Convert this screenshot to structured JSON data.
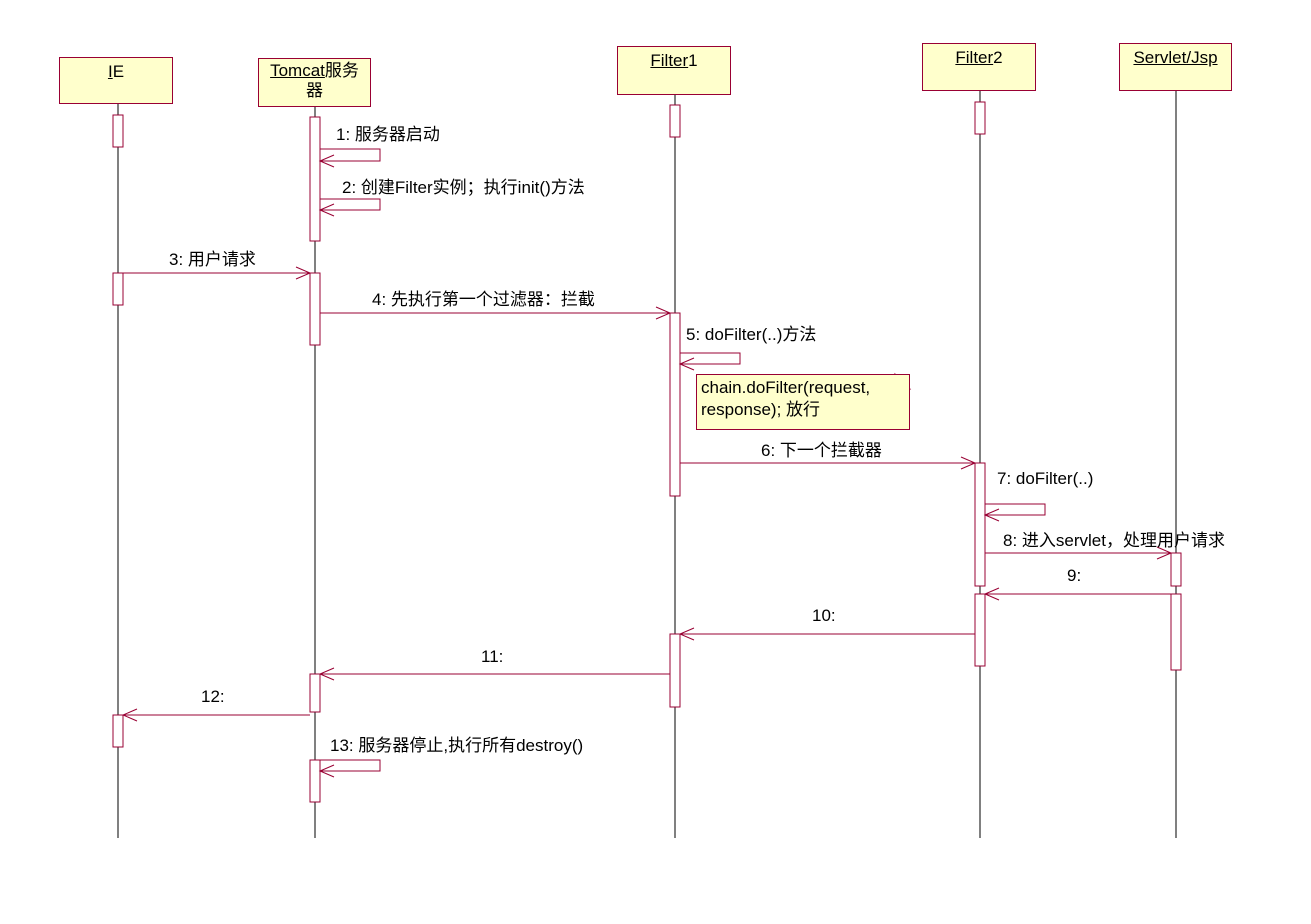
{
  "colors": {
    "line": "#990033",
    "box_fill": "#ffffcc",
    "text": "#000000"
  },
  "lifelines": [
    {
      "id": "ie",
      "name_underlined": "I",
      "name_rest": "E",
      "name_line2": ""
    },
    {
      "id": "tomcat",
      "name_underlined": "Tomcat",
      "name_rest": "服务",
      "name_line2": "器"
    },
    {
      "id": "filter1",
      "name_underlined": "Filter",
      "name_rest": "1",
      "name_line2": ""
    },
    {
      "id": "filter2",
      "name_underlined": "Filter",
      "name_rest": "2",
      "name_line2": ""
    },
    {
      "id": "servlet",
      "name_underlined": "Servlet/Jsp",
      "name_rest": "",
      "name_line2": ""
    }
  ],
  "messages": [
    {
      "label": "1: 服务器启动",
      "from": "tomcat",
      "to": "tomcat",
      "self": true
    },
    {
      "label": "2: 创建Filter实例；执行init()方法",
      "from": "tomcat",
      "to": "tomcat",
      "self": true
    },
    {
      "label": "3: 用户请求",
      "from": "ie",
      "to": "tomcat",
      "self": false
    },
    {
      "label": "4: 先执行第一个过滤器：拦截",
      "from": "tomcat",
      "to": "filter1",
      "self": false
    },
    {
      "label": "5: doFilter(..)方法",
      "from": "filter1",
      "to": "filter1",
      "self": true
    },
    {
      "label": "6: 下一个拦截器",
      "from": "filter1",
      "to": "filter2",
      "self": false
    },
    {
      "label": "7: doFilter(..)",
      "from": "filter2",
      "to": "filter2",
      "self": true
    },
    {
      "label": "8: 进入servlet，处理用户请求",
      "from": "filter2",
      "to": "servlet",
      "self": false
    },
    {
      "label": "9:",
      "from": "servlet",
      "to": "filter2",
      "self": false
    },
    {
      "label": "10:",
      "from": "filter2",
      "to": "filter1",
      "self": false
    },
    {
      "label": "11:",
      "from": "filter1",
      "to": "tomcat",
      "self": false
    },
    {
      "label": "12:",
      "from": "tomcat",
      "to": "ie",
      "self": false
    },
    {
      "label": "13: 服务器停止,执行所有destroy()",
      "from": "tomcat",
      "to": "tomcat",
      "self": true
    }
  ],
  "note": {
    "line1": "chain.doFilter(request,",
    "line2": "response);  放行"
  }
}
